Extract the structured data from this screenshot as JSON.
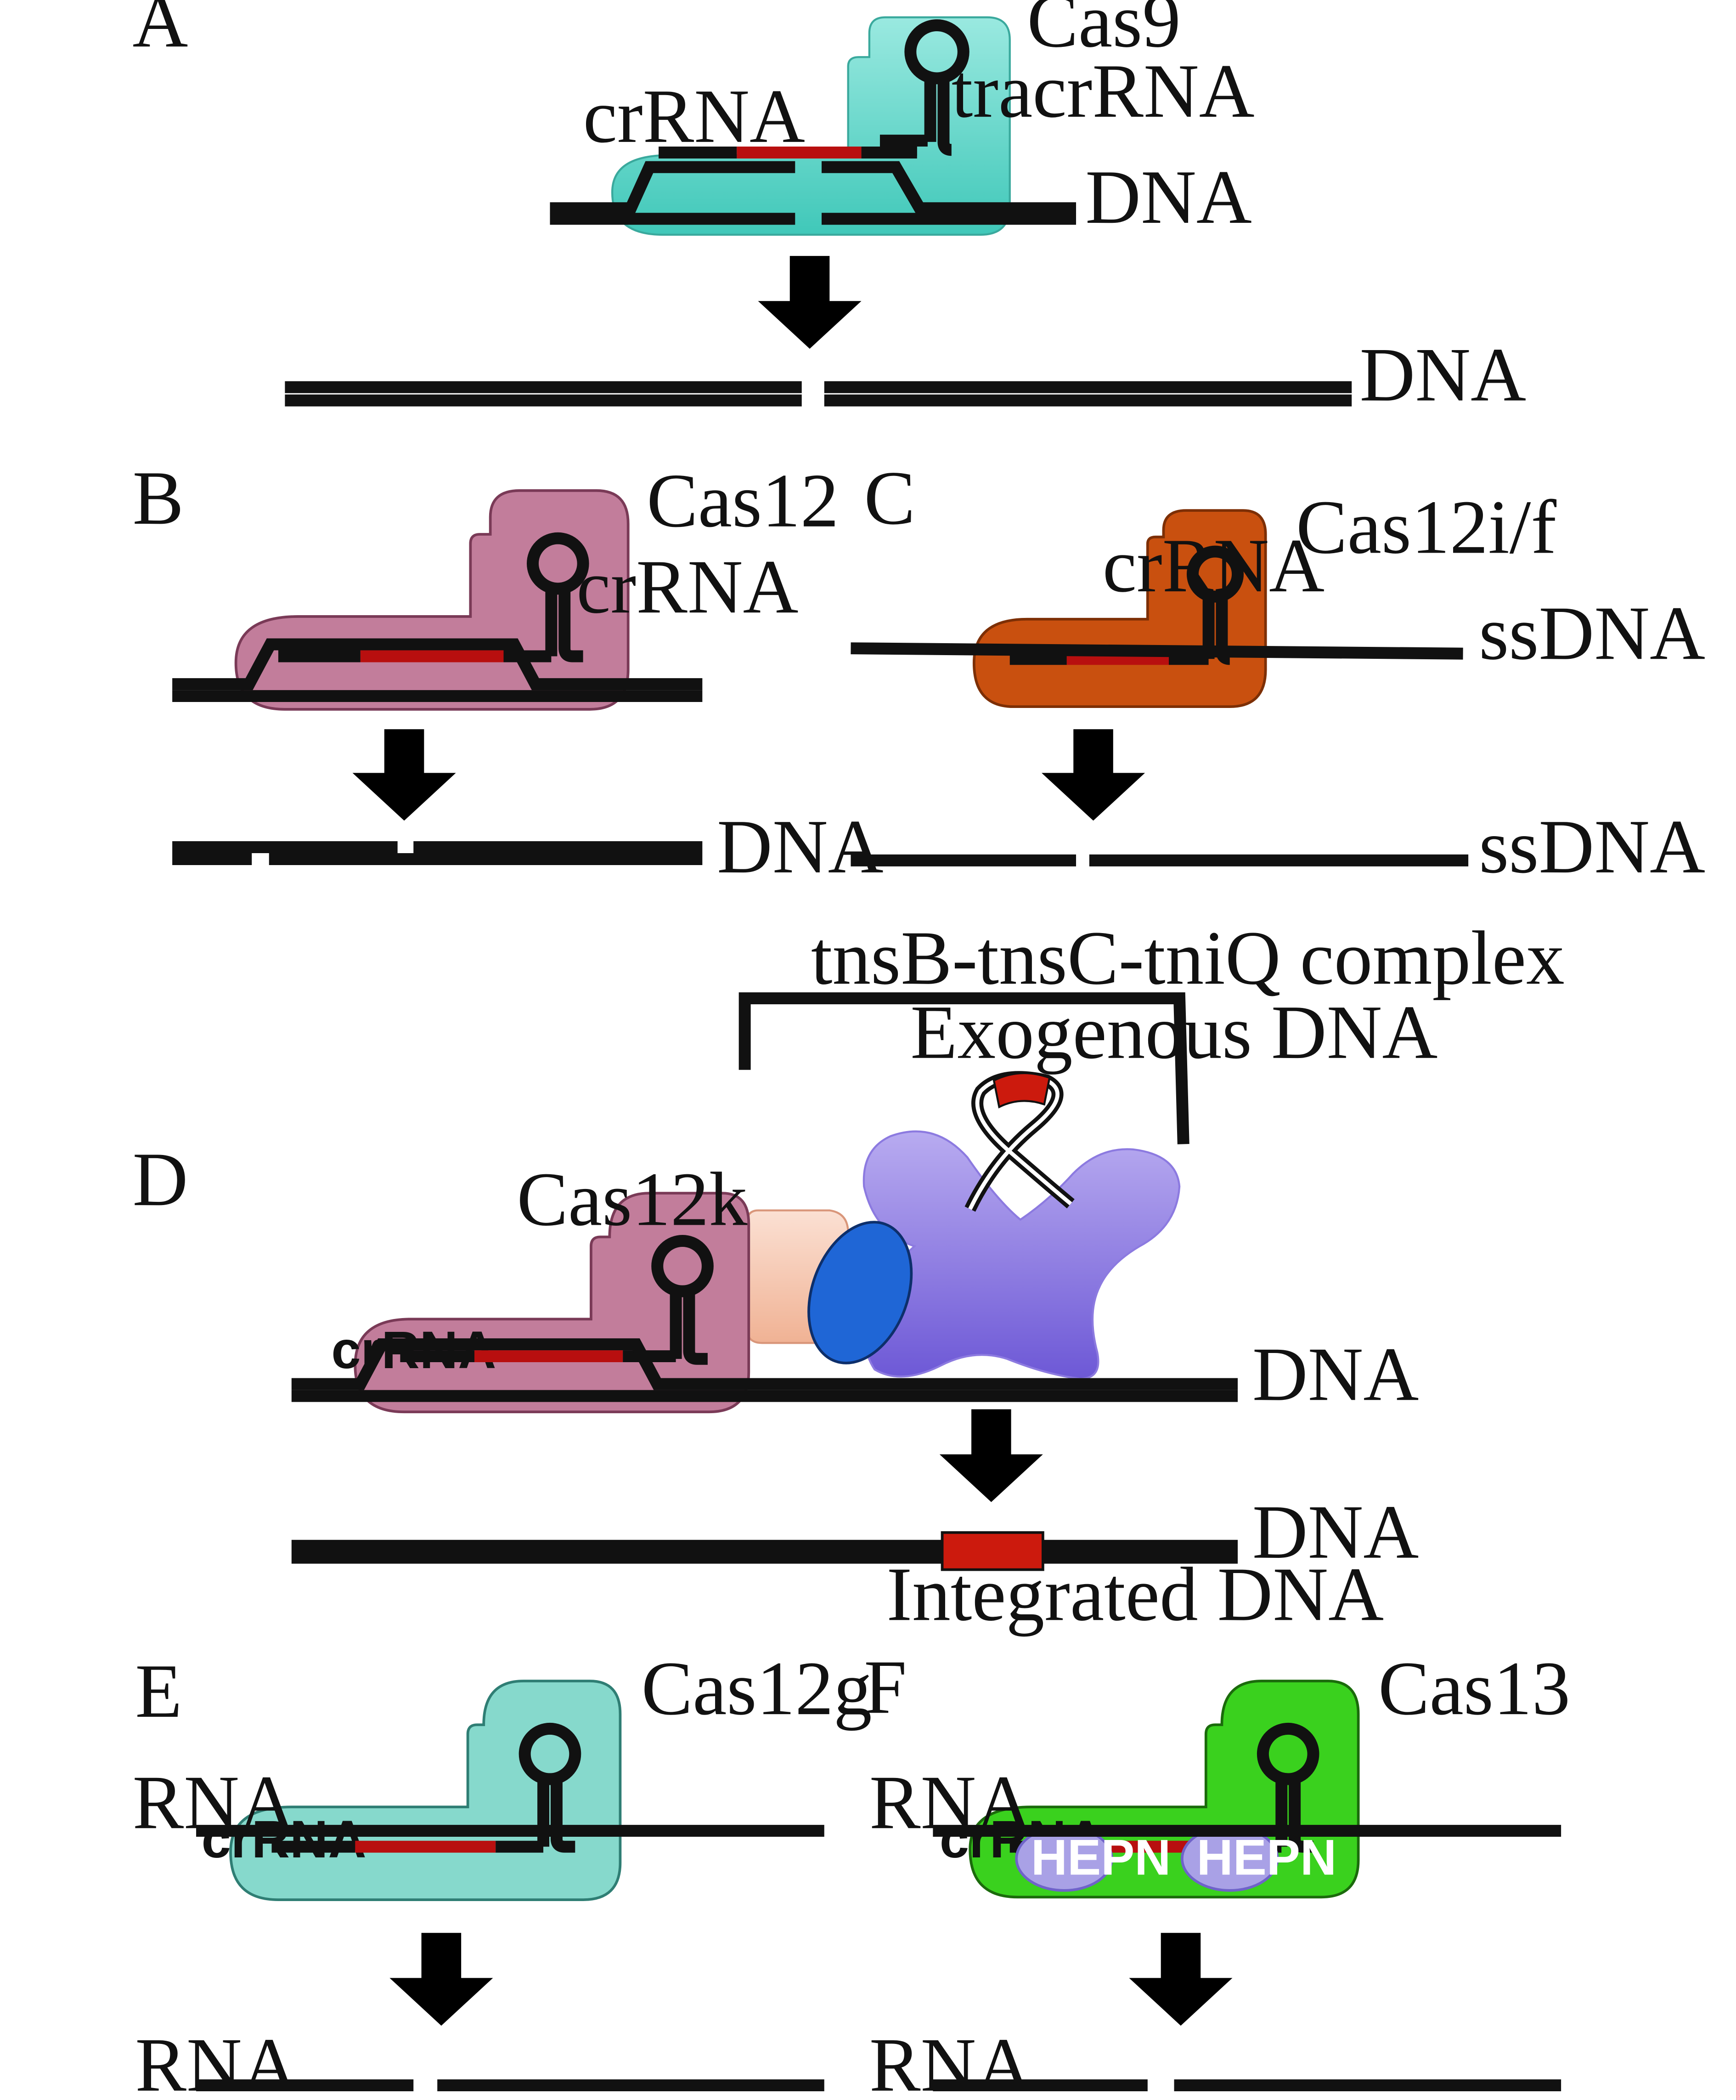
{
  "panels": {
    "A": {
      "letter": "A",
      "protein": "Cas9",
      "crrna": "crRNA",
      "tracrrna": "tracrRNA",
      "dna_top": "DNA",
      "dna_bottom": "DNA"
    },
    "B": {
      "letter": "B",
      "protein": "Cas12",
      "crrna": "crRNA",
      "dna_bottom": "DNA"
    },
    "C": {
      "letter": "C",
      "protein": "Cas12i/f",
      "crrna": "crRNA",
      "ssdna_top": "ssDNA",
      "ssdna_bottom": "ssDNA"
    },
    "D": {
      "letter": "D",
      "complex": "tnsB-tnsC-tniQ complex",
      "exogenous": "Exogenous DNA",
      "protein": "Cas12k",
      "crrna": "crRNA",
      "dna_top": "DNA",
      "dna_bottom": "DNA",
      "integrated": "Integrated DNA"
    },
    "E": {
      "letter": "E",
      "protein": "Cas12g",
      "rna_top": "RNA",
      "crrna": "crRNA",
      "rna_bottom": "RNA"
    },
    "F": {
      "letter": "F",
      "protein": "Cas13",
      "rna_top": "RNA",
      "crrna": "crRNA",
      "hepn1": "HEPN",
      "hepn2": "HEPN",
      "rna_bottom": "RNA"
    }
  },
  "colors": {
    "cas9": "#5fd6c9",
    "cas12": "#c27d9b",
    "cas12if": "#c9500f",
    "cas12k": "#c27d9b",
    "cas12g": "#86d9cc",
    "cas13": "#3ad11e",
    "tnsb_complex": "#9d8be8",
    "tniq": "#f4c4ab",
    "tnsc": "#1f66d6",
    "hepn": "#a9a1e6",
    "target_red": "#cc1a0d"
  }
}
